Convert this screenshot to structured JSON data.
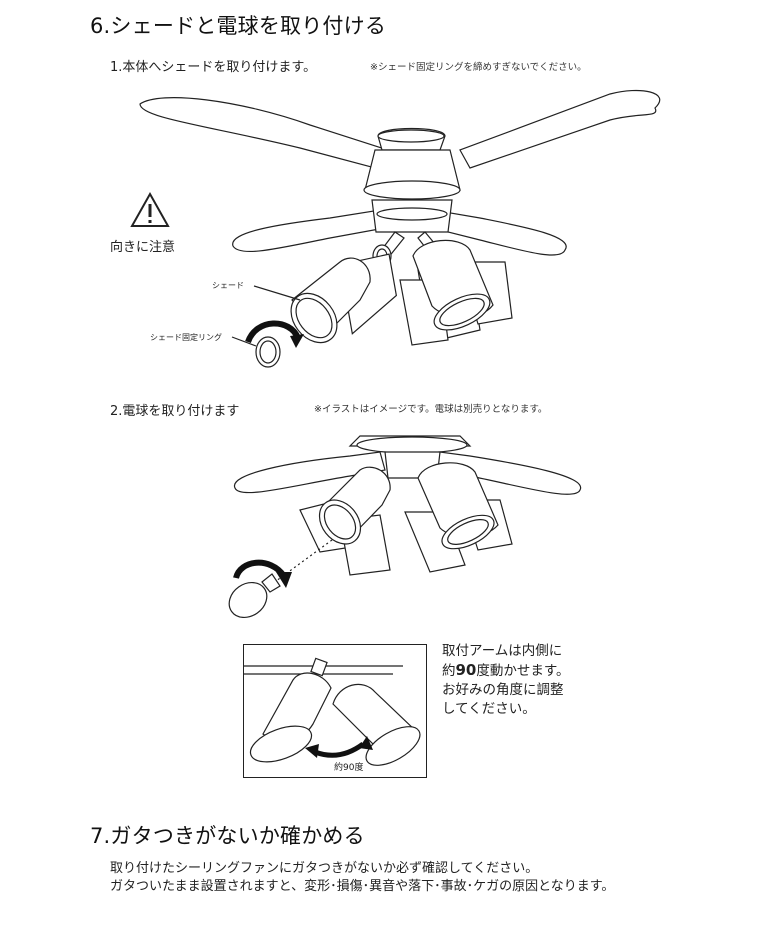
{
  "section6": {
    "title": "6.シェードと電球を取り付ける",
    "step1": {
      "label": "1.本体へシェードを取り付けます。",
      "note": "※シェード固定リングを締めすぎないでください。",
      "warning_text": "向きに注意",
      "shade_label": "シェード",
      "ring_label": "シェード固定リング"
    },
    "step2": {
      "label": "2.電球を取り付けます",
      "note": "※イラストはイメージです。電球は別売りとなります。"
    },
    "inset": {
      "angle_label": "約90度",
      "side_text": {
        "line1": "取付アームは内側に",
        "line2_pre": "約",
        "line2_num": "90",
        "line2_post": "度動かせます。",
        "line3": "お好みの角度に調整",
        "line4": "してください。"
      }
    }
  },
  "section7": {
    "title": "7.ガタつきがないか確かめる",
    "line1": "取り付けたシーリングファンにガタつきがないか必ず確認してください。",
    "line2": "ガタついたまま設置されますと、変形･損傷･異音や落下･事故･ケガの原因となります。"
  }
}
